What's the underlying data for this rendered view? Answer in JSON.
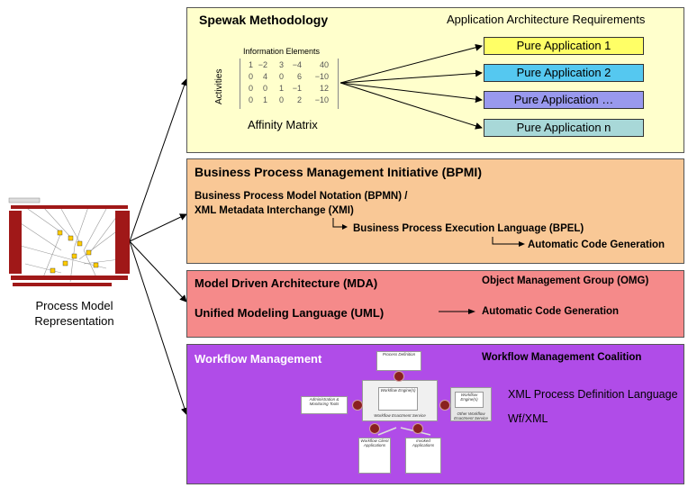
{
  "left": {
    "caption_line1": "Process Model",
    "caption_line2": "Representation"
  },
  "spewak": {
    "title": "Spewak Methodology",
    "requirements": "Application Architecture Requirements",
    "info_elements": "Information Elements",
    "activities": "Activities",
    "affinity": "Affinity Matrix",
    "matrix_rows": [
      [
        "1",
        "−2",
        "3",
        "−4",
        "40"
      ],
      [
        "0",
        "4",
        "0",
        "6",
        "−10"
      ],
      [
        "0",
        "0",
        "1",
        "−1",
        "12"
      ],
      [
        "0",
        "1",
        "0",
        "2",
        "−10"
      ]
    ],
    "apps": [
      {
        "label": "Pure Application 1",
        "color": "#ffff66"
      },
      {
        "label": "Pure Application 2",
        "color": "#55c8f0"
      },
      {
        "label": "Pure Application …",
        "color": "#9999ee"
      },
      {
        "label": "Pure Application n",
        "color": "#a8d8d8"
      }
    ]
  },
  "bpmi": {
    "title": "Business Process Management Initiative (BPMI)",
    "line1": "Business Process Model Notation (BPMN) /",
    "line2": "XML Metadata Interchange (XMI)",
    "bpel": "Business Process Execution Language (BPEL)",
    "codegen": "Automatic Code Generation"
  },
  "mda": {
    "title": "Model Driven Architecture (MDA)",
    "omg": "Object Management Group (OMG)",
    "uml": "Unified Modeling Language (UML)",
    "codegen": "Automatic Code Generation"
  },
  "wfm": {
    "title": "Workflow Management",
    "coalition": "Workflow Management Coalition",
    "xpdl": "XML Process Definition Language",
    "wfxml": "Wf/XML",
    "mini": {
      "process_def": "Process Definition",
      "enactment": "Workflow Enactment Service",
      "engines": "Workflow Engine(s)",
      "engines2": "Workflow Engine(s)",
      "admin": "Administration & Monitoring Tools",
      "other": "Other Workflow Enactment Service",
      "client": "Workflow Client Applications",
      "invoked": "Invoked Applications"
    }
  },
  "colors": {
    "spewak": "#ffffcc",
    "bpmi": "#f9c896",
    "mda": "#f58a8a",
    "wfm": "#b04ce8"
  }
}
